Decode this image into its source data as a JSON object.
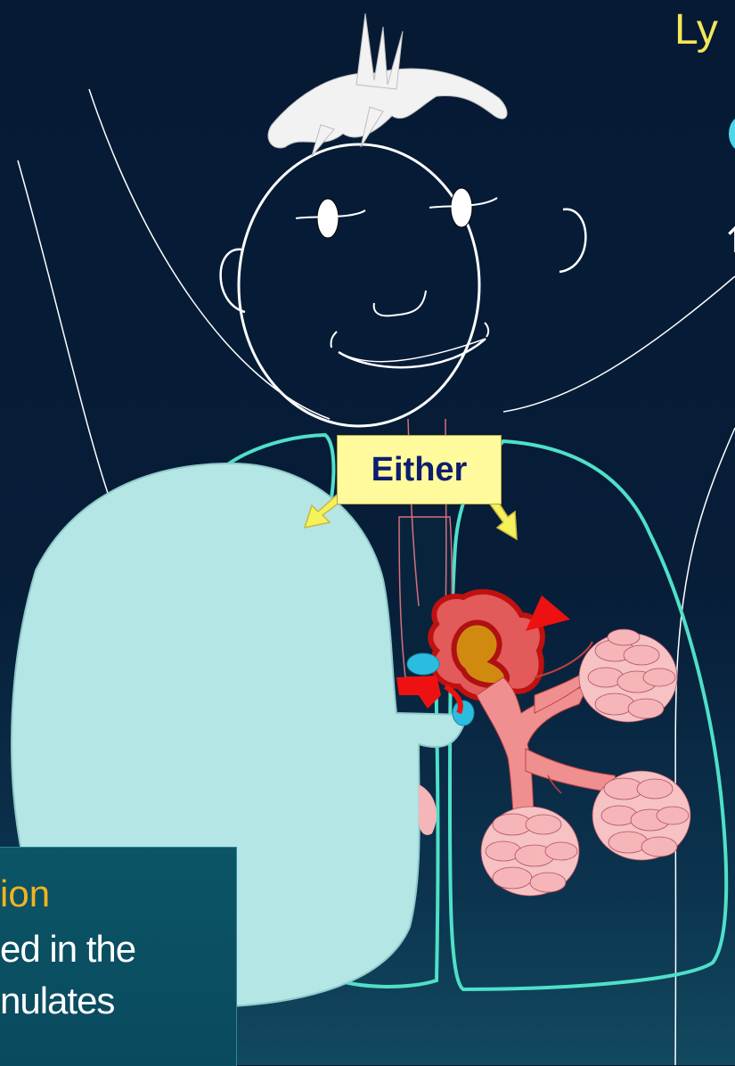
{
  "labels": {
    "either": "Either",
    "top_right_partial": "Ly"
  },
  "info_box": {
    "title_partial": "ion",
    "line1_partial": "ed in the",
    "line2_partial": "nulates"
  },
  "colors": {
    "background": "#071a33",
    "lung_outline": "#4fe0c8",
    "collapsed_lung": "#b4e6e6",
    "callout_fill": "#fffb9c",
    "callout_text": "#0d1e6e",
    "arrow_yellow": "#f3f25a",
    "lymph_node": "#d61a1a",
    "alveoli": "#f6b5b8",
    "info_title": "#f2b41e"
  }
}
